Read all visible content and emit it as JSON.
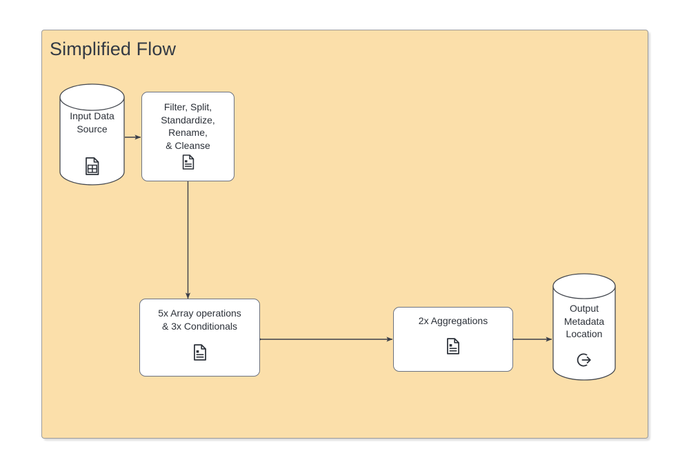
{
  "diagram": {
    "title": "Simplified Flow",
    "background_color": "#fbdfaa",
    "border_color": "#9a9a9a",
    "node_fill": "#ffffff",
    "node_border": "#6b7280",
    "text_color": "#2b3038",
    "edge_color": "#3b3f4a",
    "canvas_color": "#ffffff"
  },
  "nodes": [
    {
      "id": "input-data-source",
      "type": "cylinder",
      "label": "Input Data\nSource",
      "icon": "table-document-icon"
    },
    {
      "id": "filter-split-standardize-rename-cleanse",
      "type": "process",
      "label": "Filter, Split,\nStandardize,\nRename,\n& Cleanse",
      "icon": "document-icon"
    },
    {
      "id": "array-operations-conditionals",
      "type": "process",
      "label": "5x Array operations\n& 3x Conditionals",
      "icon": "document-icon"
    },
    {
      "id": "aggregations",
      "type": "process",
      "label": "2x Aggregations",
      "icon": "document-icon"
    },
    {
      "id": "output-metadata-location",
      "type": "cylinder",
      "label": "Output\nMetadata\nLocation",
      "icon": "export-arrow-circle-icon"
    }
  ],
  "edges": [
    {
      "from": "input-data-source",
      "to": "filter-split-standardize-rename-cleanse",
      "direction": "right"
    },
    {
      "from": "filter-split-standardize-rename-cleanse",
      "to": "array-operations-conditionals",
      "direction": "down"
    },
    {
      "from": "array-operations-conditionals",
      "to": "aggregations",
      "direction": "right"
    },
    {
      "from": "aggregations",
      "to": "output-metadata-location",
      "direction": "right"
    }
  ]
}
